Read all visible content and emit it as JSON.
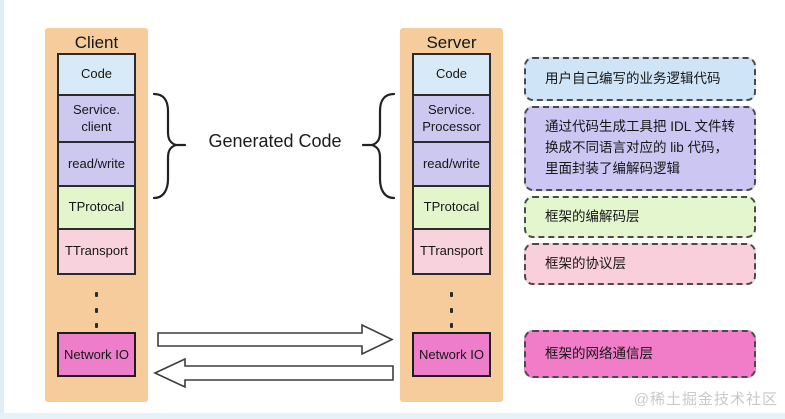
{
  "colors": {
    "panel_bg": "#f6cc9c",
    "code_bg": "#d8eaf8",
    "generated_bg": "#cdc8f0",
    "protocol_bg": "#e2f5cb",
    "transport_bg": "#f8d2dc",
    "network_bg": "#ee7ecb",
    "annotation_blue": "#cfe4f7",
    "annotation_purple": "#ccc6f2",
    "annotation_green": "#e3f6ce",
    "annotation_pink": "#f8cfda",
    "annotation_magenta": "#f17cc7"
  },
  "client": {
    "title": "Client",
    "boxes": [
      {
        "label": "Code",
        "color": "#d8eaf8"
      },
      {
        "label": "Service.\nclient",
        "color": "#cdc8f0"
      },
      {
        "label": "read/write",
        "color": "#cdc8f0"
      },
      {
        "label": "TProtocal",
        "color": "#e2f5cb"
      },
      {
        "label": "TTransport",
        "color": "#f8d2dc"
      }
    ],
    "network": {
      "label": "Network IO",
      "color": "#ee7ecb"
    }
  },
  "server": {
    "title": "Server",
    "boxes": [
      {
        "label": "Code",
        "color": "#d8eaf8"
      },
      {
        "label": "Service.\nProcessor",
        "color": "#cdc8f0"
      },
      {
        "label": "read/write",
        "color": "#cdc8f0"
      },
      {
        "label": "TProtocal",
        "color": "#e2f5cb"
      },
      {
        "label": "TTransport",
        "color": "#f8d2dc"
      }
    ],
    "network": {
      "label": "Network IO",
      "color": "#ee7ecb"
    }
  },
  "center": {
    "generated_label": "Generated Code"
  },
  "annotations": [
    {
      "text": "用户自己编写的业务逻辑代码",
      "color": "#cfe4f7"
    },
    {
      "text": "通过代码生成工具把 IDL 文件转换成不同语言对应的 lib 代码，里面封装了编解码逻辑",
      "color": "#ccc6f2"
    },
    {
      "text": "框架的编解码层",
      "color": "#e3f6ce"
    },
    {
      "text": "框架的协议层",
      "color": "#f8cfda"
    },
    {
      "text": "框架的网络通信层",
      "color": "#f17cc7"
    }
  ],
  "watermark": "@稀土掘金技术社区"
}
